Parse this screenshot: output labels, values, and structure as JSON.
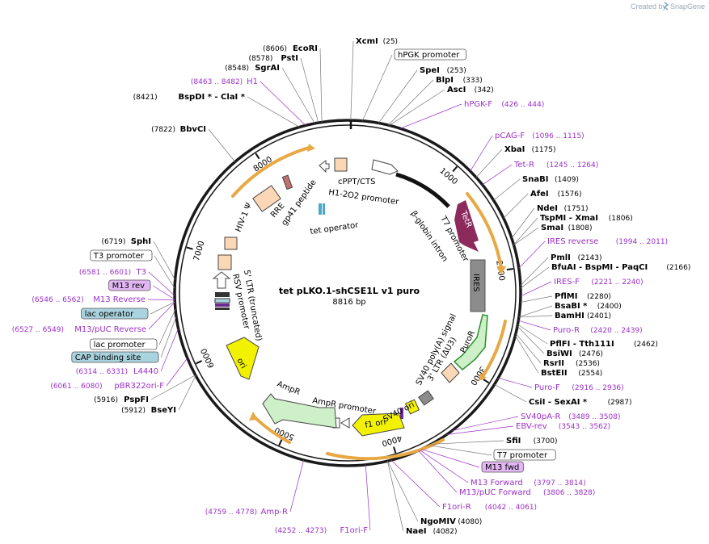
{
  "credit": {
    "prefix": "Created by",
    "brand": "SnapGene"
  },
  "plasmid": {
    "name": "tet pLKO.1-shCSE1L v1  puro",
    "length": "8816 bp"
  },
  "ticks": [
    "1000",
    "2000",
    "3000",
    "4000",
    "5000",
    "6000",
    "7000",
    "8000"
  ],
  "features": {
    "cppt": "cPPT/CTS",
    "h1_2o2": "H1-2O2 promoter",
    "tet_operator": "tet operator",
    "t7_promoter": "T7 promoter",
    "beta_globin": "β-globin intron",
    "tetr": "TetR",
    "ires": "IRES",
    "puror": "PuroR",
    "sv40_polya": "SV40 poly(A) signal",
    "ltr3": "3' LTR (ΔU3)",
    "sv40_ori": "SV40 ori",
    "f1_ori": "f1 ori",
    "ampr_promoter": "AmpR promoter",
    "ampr": "AmpR",
    "ori": "ori",
    "rsv": "RSV promoter",
    "ltr5": "5' LTR (truncated)",
    "hiv": "HIV-1 Ψ",
    "rre": "RRE",
    "gp41": "gp41 peptide"
  },
  "left_labels": [
    {
      "pos": "(8606)",
      "name": "EcoRI",
      "color": "black"
    },
    {
      "pos": "(8578)",
      "name": "PstI",
      "color": "black"
    },
    {
      "pos": "(8548)",
      "name": "SgrAI",
      "color": "black"
    },
    {
      "pos": "(8463 .. 8482)",
      "name": "H1",
      "color": "purple"
    },
    {
      "pos": "(8421)",
      "name": "BspDI * - ClaI *",
      "color": "black"
    },
    {
      "pos": "(7822)",
      "name": "BbvCI",
      "color": "black"
    },
    {
      "pos": "(6719)",
      "name": "SphI",
      "color": "black"
    },
    {
      "box": "T3 promoter",
      "boxtype": "white"
    },
    {
      "pos": "(6581 .. 6601)",
      "name": "T3",
      "color": "purple"
    },
    {
      "box": "M13 rev",
      "boxtype": "purple"
    },
    {
      "pos": "(6546 .. 6562)",
      "name": "M13 Reverse",
      "color": "purple"
    },
    {
      "box": "lac operator",
      "boxtype": "blue"
    },
    {
      "pos": "(6527 .. 6549)",
      "name": "M13/pUC Reverse",
      "color": "purple"
    },
    {
      "box": "lac promoter",
      "boxtype": "white"
    },
    {
      "box": "CAP binding site",
      "boxtype": "blue"
    },
    {
      "pos": "(6314 .. 6331)",
      "name": "L4440",
      "color": "purple"
    },
    {
      "pos": "(6061 .. 6080)",
      "name": "pBR322ori-F",
      "color": "purple"
    },
    {
      "pos": "(5916)",
      "name": "PspFI",
      "color": "black"
    },
    {
      "pos": "(5912)",
      "name": "BseYI",
      "color": "black"
    },
    {
      "pos": "(4759 .. 4778)",
      "name": "Amp-R",
      "color": "purple"
    },
    {
      "pos": "(4252 .. 4273)",
      "name": "F1ori-F",
      "color": "purple"
    }
  ],
  "right_labels": [
    {
      "name": "XcmI",
      "pos": "(25)",
      "color": "black"
    },
    {
      "box": "hPGK promoter",
      "boxtype": "white"
    },
    {
      "name": "SpeI",
      "pos": "(253)",
      "color": "black"
    },
    {
      "name": "BlpI",
      "pos": "(333)",
      "color": "black"
    },
    {
      "name": "AscI",
      "pos": "(342)",
      "color": "black"
    },
    {
      "name": "hPGK-F",
      "pos": "(426 .. 444)",
      "color": "purple"
    },
    {
      "name": "pCAG-F",
      "pos": "(1096 .. 1115)",
      "color": "purple"
    },
    {
      "name": "XbaI",
      "pos": "(1175)",
      "color": "black"
    },
    {
      "name": "Tet-R",
      "pos": "(1245 .. 1264)",
      "color": "purple"
    },
    {
      "name": "SnaBI",
      "pos": "(1409)",
      "color": "black"
    },
    {
      "name": "AfeI",
      "pos": "(1576)",
      "color": "black"
    },
    {
      "name": "NdeI",
      "pos": "(1751)",
      "color": "black"
    },
    {
      "name": "TspMI - XmaI",
      "pos": "(1806)",
      "color": "black"
    },
    {
      "name": "SmaI",
      "pos": "(1808)",
      "color": "black"
    },
    {
      "name": "IRES reverse",
      "pos": "(1994 .. 2011)",
      "color": "purple"
    },
    {
      "name": "PmlI",
      "pos": "(2143)",
      "color": "black"
    },
    {
      "name": "BfuAI - BspMI - PaqCI",
      "pos": "(2166)",
      "color": "black"
    },
    {
      "name": "IRES-F",
      "pos": "(2221 .. 2240)",
      "color": "purple"
    },
    {
      "name": "PflMI",
      "pos": "(2280)",
      "color": "black"
    },
    {
      "name": "BsaBI *",
      "pos": "(2400)",
      "color": "black"
    },
    {
      "name": "BamHI",
      "pos": "(2401)",
      "color": "black"
    },
    {
      "name": "Puro-R",
      "pos": "(2420 .. 2439)",
      "color": "purple"
    },
    {
      "name": "PflFI - Tth111I",
      "pos": "(2462)",
      "color": "black"
    },
    {
      "name": "BsiWI",
      "pos": "(2476)",
      "color": "black"
    },
    {
      "name": "RsrII",
      "pos": "(2536)",
      "color": "black"
    },
    {
      "name": "BstEII",
      "pos": "(2554)",
      "color": "black"
    },
    {
      "name": "Puro-F",
      "pos": "(2916 .. 2936)",
      "color": "purple"
    },
    {
      "name": "CsiI - SexAI *",
      "pos": "(2987)",
      "color": "black"
    },
    {
      "name": "SV40pA-R",
      "pos": "(3489 .. 3508)",
      "color": "purple"
    },
    {
      "name": "EBV-rev",
      "pos": "(3543 .. 3562)",
      "color": "purple"
    },
    {
      "name": "SfiI",
      "pos": "(3700)",
      "color": "black"
    },
    {
      "box": "T7 promoter",
      "boxtype": "white"
    },
    {
      "box": "M13 fwd",
      "boxtype": "purple"
    },
    {
      "name": "M13 Forward",
      "pos": "(3797 .. 3814)",
      "color": "purple"
    },
    {
      "name": "M13/pUC Forward",
      "pos": "(3806 .. 3828)",
      "color": "purple"
    },
    {
      "name": "F1ori-R",
      "pos": "(4042 .. 4061)",
      "color": "purple"
    },
    {
      "name": "NgoMIV",
      "pos": "(4080)",
      "color": "black"
    },
    {
      "name": "NaeI",
      "pos": "(4082)",
      "color": "black"
    }
  ],
  "colors": {
    "purple": "#9b30c8",
    "ring": "#1a1a1a",
    "orf_orange": "#e7a845",
    "tetr": "#8c2a5c",
    "ires": "#8c8c8c",
    "puror": "#cdf0c8",
    "ori": "#f2f200",
    "ampr": "#cdf0c8",
    "ltr": "#fbd7b5",
    "box_blue": "#a9d3df",
    "box_purple": "#e3b6f4"
  }
}
